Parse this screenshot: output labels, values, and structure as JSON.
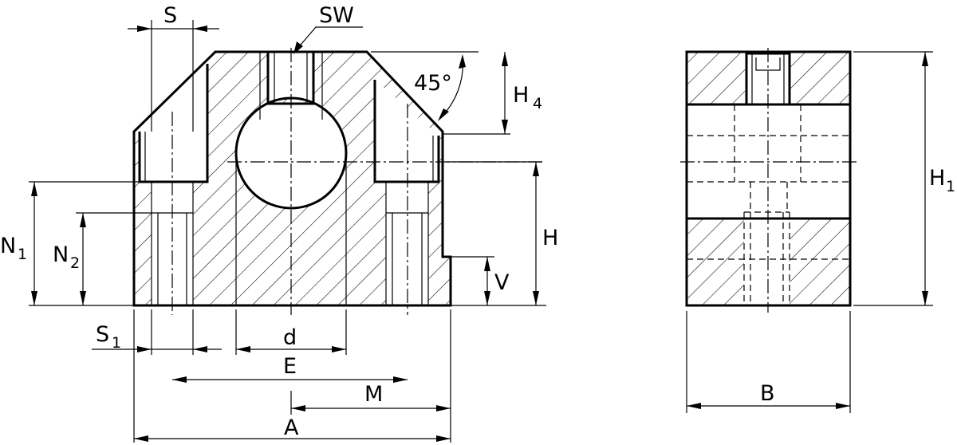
{
  "labels": {
    "S": "S",
    "SW": "SW",
    "angle": "45°",
    "H4_main": "H",
    "H4_sub": "4",
    "N1_main": "N",
    "N1_sub": "1",
    "N2_main": "N",
    "N2_sub": "2",
    "H": "H",
    "V": "V",
    "S1_main": "S",
    "S1_sub": "1",
    "d": "d",
    "E": "E",
    "M": "M",
    "A": "A",
    "H1_main": "H",
    "H1_sub": "1",
    "B": "B"
  },
  "colors": {
    "line": "#000000",
    "background": "#ffffff"
  }
}
